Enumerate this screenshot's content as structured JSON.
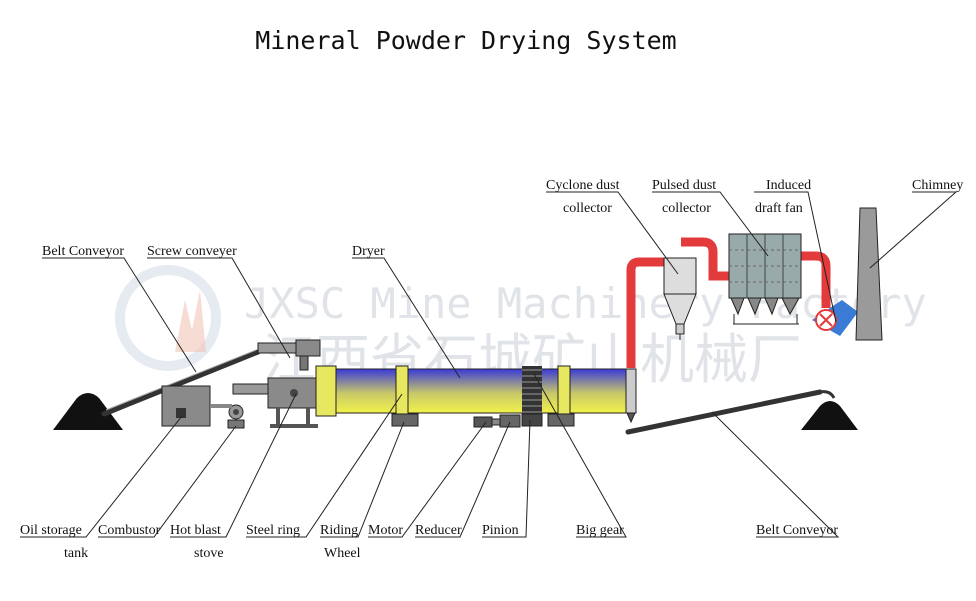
{
  "title": "Mineral Powder Drying System",
  "watermark": {
    "english": "JXSC Mine Machinery Factory",
    "chinese": "江西省石城矿山机械厂"
  },
  "labels": {
    "belt_conveyor_left": "Belt Conveyor",
    "screw_conveyer": "Screw conveyer",
    "dryer": "Dryer",
    "cyclone_line1": "Cyclone dust",
    "cyclone_line2": "collector",
    "pulsed_line1": "Pulsed dust",
    "pulsed_line2": "collector",
    "induced_line1": "Induced",
    "induced_line2": "draft fan",
    "chimney": "Chimney",
    "oil_line1": "Oil storage",
    "oil_line2": "tank",
    "combustor": "Combustor",
    "hotblast_line1": "Hot blast",
    "hotblast_line2": "stove",
    "steel_ring": "Steel ring",
    "riding_line1": "Riding",
    "riding_line2": "Wheel",
    "motor": "Motor",
    "reducer": "Reducer",
    "pinion": "Pinion",
    "big_gear": "Big gear",
    "belt_conveyor_right": "Belt Conveyor"
  },
  "colors": {
    "duct_red": "#e33b3b",
    "dryer_blue": "#3a3ad8",
    "dryer_yellow": "#f2f24a",
    "equipment_grey": "#8a8a8a",
    "pile_black": "#111111",
    "fan_blue": "#3a7bd5"
  }
}
